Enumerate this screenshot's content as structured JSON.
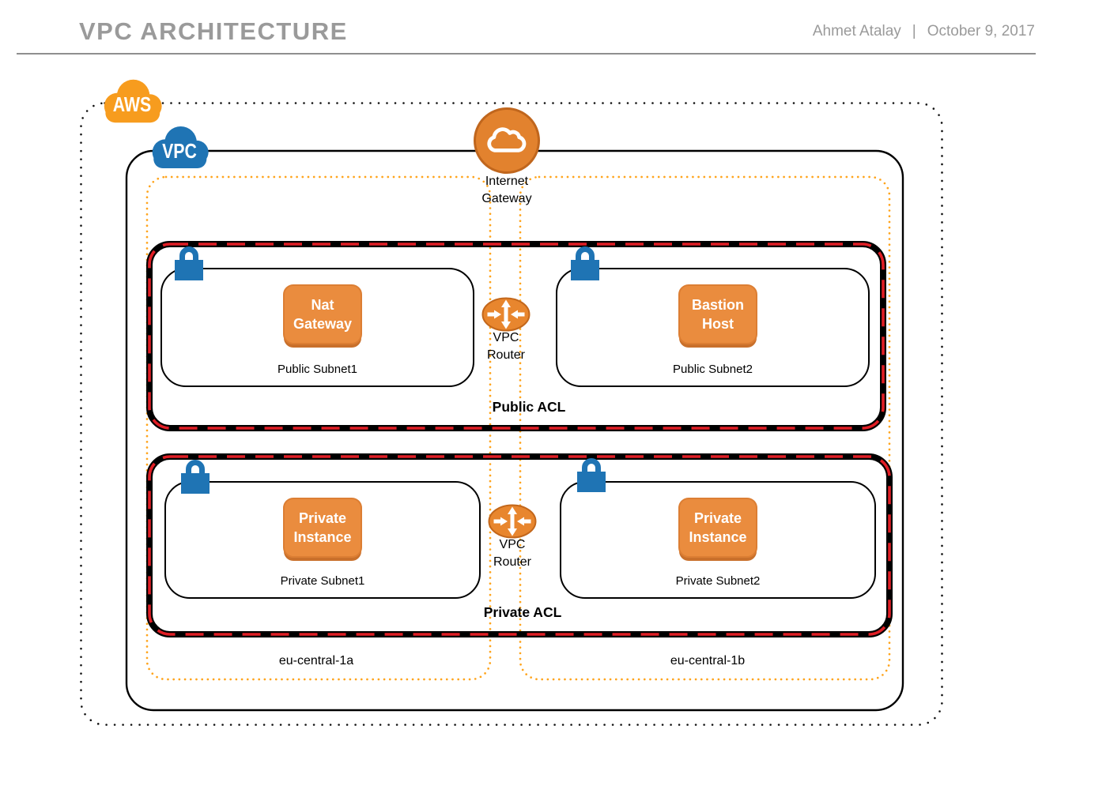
{
  "header": {
    "title": "VPC ARCHITECTURE",
    "author": "Ahmet Atalay",
    "separator": "|",
    "date": "October 9, 2017"
  },
  "diagram": {
    "aws_cloud_label": "AWS",
    "vpc_cloud_label": "VPC",
    "internet_gateway": {
      "label_line1": "Internet",
      "label_line2": "Gateway"
    },
    "availability_zones": [
      {
        "name": "eu-central-1a"
      },
      {
        "name": "eu-central-1b"
      }
    ],
    "public_acl": {
      "label": "Public ACL",
      "subnets": [
        {
          "name": "Public Subnet1",
          "instance": {
            "line1": "Nat",
            "line2": "Gateway"
          }
        },
        {
          "name": "Public Subnet2",
          "instance": {
            "line1": "Bastion",
            "line2": "Host"
          }
        }
      ]
    },
    "private_acl": {
      "label": "Private ACL",
      "subnets": [
        {
          "name": "Private Subnet1",
          "instance": {
            "line1": "Private",
            "line2": "Instance"
          }
        },
        {
          "name": "Private Subnet2",
          "instance": {
            "line1": "Private",
            "line2": "Instance"
          }
        }
      ]
    },
    "routers": [
      {
        "line1": "VPC",
        "line2": "Router"
      },
      {
        "line1": "VPC",
        "line2": "Router"
      }
    ],
    "colors": {
      "aws_orange": "#F79C1E",
      "blue": "#1F74B4",
      "instance_orange": "#EA8C3E",
      "instance_border": "#DC7E33",
      "instance_shadow": "#C9702B",
      "router_orange": "#E8862E",
      "router_border": "#C3671B",
      "ig_orange": "#E2822E",
      "ig_border": "#C0661D",
      "red_dash": "#E01E25",
      "az_dot_orange": "#FFA41C",
      "gray_text": "#9A9A9A"
    }
  }
}
